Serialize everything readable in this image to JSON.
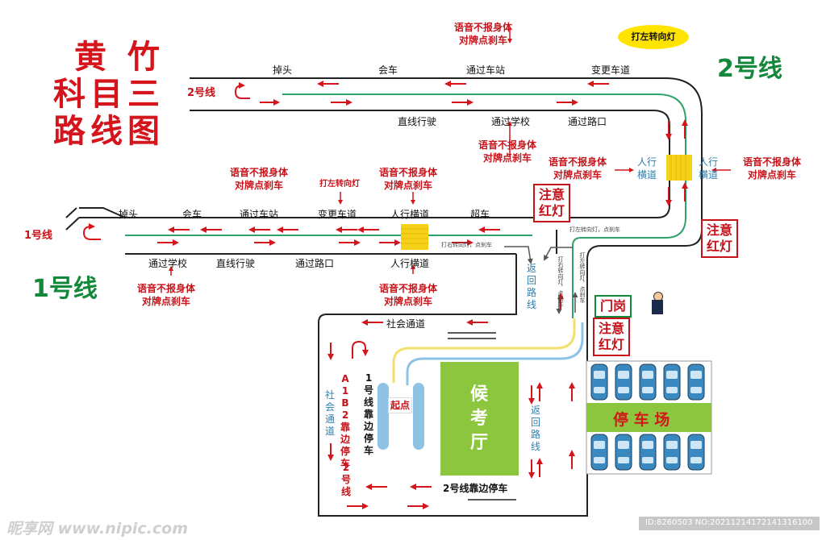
{
  "title": {
    "line1": "黄 竹",
    "line2": "科目三",
    "line3": "路线图"
  },
  "route2": {
    "name": "2号线",
    "left_label": "2号线",
    "top_items": [
      "掉头",
      "会车",
      "通过车站",
      "变更车道"
    ],
    "bottom_items": [
      "直线行驶",
      "通过学校",
      "通过路口"
    ],
    "note_station": "语音不报身体\n对牌点刹车",
    "note_school": "语音不报身体\n对牌点刹车",
    "bubble": "打左转向灯"
  },
  "route1": {
    "name": "1号线",
    "left_label": "1号线",
    "top_items": [
      "掉头",
      "会车",
      "通过车站",
      "变更车道",
      "人行横道",
      "超车"
    ],
    "bottom_items": [
      "通过学校",
      "直线行驶",
      "通过路口",
      "人行横道"
    ],
    "note_station": "语音不报身体\n对牌点刹车",
    "note_lane": "打左转向灯",
    "note_crosswalk_top": "语音不报身体\n对牌点刹车",
    "note_school": "语音不报身体\n对牌点刹车",
    "note_crosswalk_bottom": "语音不报身体\n对牌点刹车"
  },
  "east": {
    "crosswalk_left": "人行\n横道",
    "crosswalk_right": "人行\n横道",
    "note_left": "语音不报身体\n对牌点刹车",
    "note_right": "语音不报身体\n对牌点刹车",
    "notice_signal_1": "注意\n红灯",
    "notice_signal_2": "注意\n红灯"
  },
  "yard": {
    "social_road": "社会通道",
    "social_road_vertical": "社会通道",
    "return_route_top": "返回路线",
    "return_route_right": "返回路线",
    "right_turn_note": "打右转向灯，点刹车",
    "left_turn_note": "打左转向灯，点刹车",
    "vnote_left": "打右转向灯，点刹车",
    "vnote_right": "打左转向灯，点刹车",
    "start": "起点",
    "hall": "候考厅",
    "parking_a1b2": "A1B2靠边停车",
    "parking_route2_v": "2号线",
    "parking_route1": "1号线靠边停车",
    "parking_route2": "2号线靠边停车",
    "gate": "门岗",
    "notice_signal_gate": "注意\n红灯",
    "parking_lot": "停 车 场"
  },
  "watermark": "昵享网 www.nipic.com",
  "image_id": "ID:8260503 NO:20211214172141316100",
  "colors": {
    "red": "#d4161c",
    "green_title": "#14883a",
    "route_green": "#2fa36b",
    "route_yellow": "#f2e070",
    "route_blue": "#8ec3e6",
    "hall_green": "#8cc63f",
    "crosswalk": "#f4d21a",
    "text_blue": "#2f7fb0"
  }
}
